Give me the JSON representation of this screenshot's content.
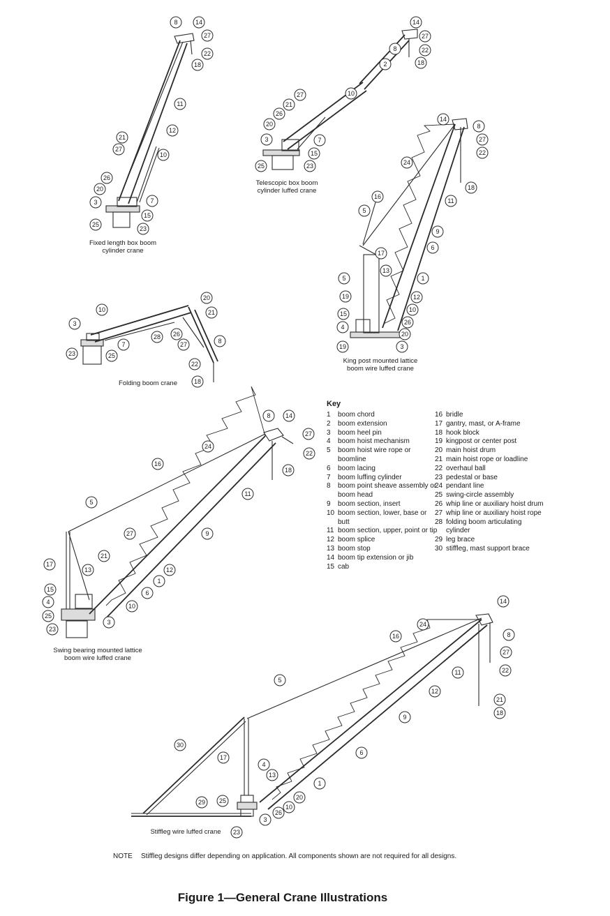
{
  "diagrams": [
    {
      "id": "fixed",
      "caption": [
        "Fixed length box boom",
        "cylinder crane"
      ],
      "callouts": [
        "8",
        "14",
        "27",
        "22",
        "18",
        "11",
        "12",
        "21",
        "27",
        "10",
        "26",
        "20",
        "3",
        "7",
        "15",
        "25",
        "23"
      ]
    },
    {
      "id": "telescopic",
      "caption": [
        "Telescopic box boom",
        "cylinder luffed crane"
      ],
      "callouts": [
        "14",
        "27",
        "8",
        "22",
        "18",
        "2",
        "10",
        "27",
        "21",
        "26",
        "20",
        "3",
        "7",
        "15",
        "25",
        "23"
      ]
    },
    {
      "id": "kingpost",
      "caption": [
        "King post mounted lattice",
        "boom wire luffed crane"
      ],
      "callouts": [
        "14",
        "8",
        "27",
        "22",
        "18",
        "24",
        "11",
        "16",
        "5",
        "17",
        "9",
        "6",
        "13",
        "1",
        "5",
        "19",
        "12",
        "10",
        "15",
        "26",
        "4",
        "20",
        "19",
        "3"
      ]
    },
    {
      "id": "folding",
      "caption": [
        "Folding boom crane"
      ],
      "callouts": [
        "10",
        "20",
        "21",
        "3",
        "28",
        "8",
        "7",
        "26",
        "27",
        "25",
        "23",
        "22",
        "18"
      ]
    },
    {
      "id": "swing",
      "caption": [
        "Swing bearing mounted lattice",
        "boom wire luffed crane"
      ],
      "callouts": [
        "8",
        "14",
        "27",
        "22",
        "24",
        "16",
        "18",
        "5",
        "11",
        "27",
        "9",
        "21",
        "17",
        "13",
        "12",
        "1",
        "6",
        "15",
        "10",
        "4",
        "25",
        "3",
        "23"
      ]
    },
    {
      "id": "stiffleg",
      "caption": [
        "Stiffleg wire luffed crane"
      ],
      "callouts": [
        "14",
        "24",
        "16",
        "8",
        "27",
        "22",
        "11",
        "5",
        "12",
        "21",
        "18",
        "9",
        "6",
        "30",
        "17",
        "4",
        "13",
        "1",
        "20",
        "25",
        "10",
        "26",
        "29",
        "3",
        "23"
      ]
    }
  ],
  "key": {
    "title": "Key",
    "left": [
      {
        "num": "1",
        "text": "boom chord"
      },
      {
        "num": "2",
        "text": "boom extension"
      },
      {
        "num": "3",
        "text": "boom heel pin"
      },
      {
        "num": "4",
        "text": "boom hoist mechanism"
      },
      {
        "num": "5",
        "text": "boom hoist wire rope or boomline"
      },
      {
        "num": "6",
        "text": "boom lacing"
      },
      {
        "num": "7",
        "text": "boom luffing cylinder"
      },
      {
        "num": "8",
        "text": "boom point sheave assembly or boom head"
      },
      {
        "num": "9",
        "text": "boom section, insert"
      },
      {
        "num": "10",
        "text": "boom section, lower, base or butt"
      },
      {
        "num": "11",
        "text": "boom section, upper, point or tip"
      },
      {
        "num": "12",
        "text": "boom splice"
      },
      {
        "num": "13",
        "text": "boom stop"
      },
      {
        "num": "14",
        "text": "boom tip extension or jib"
      },
      {
        "num": "15",
        "text": "cab"
      }
    ],
    "right": [
      {
        "num": "16",
        "text": "bridle"
      },
      {
        "num": "17",
        "text": "gantry, mast, or A-frame"
      },
      {
        "num": "18",
        "text": "hook block"
      },
      {
        "num": "19",
        "text": "kingpost or center post"
      },
      {
        "num": "20",
        "text": "main hoist drum"
      },
      {
        "num": "21",
        "text": "main hoist rope or loadline"
      },
      {
        "num": "22",
        "text": "overhaul ball"
      },
      {
        "num": "23",
        "text": "pedestal or base"
      },
      {
        "num": "24",
        "text": "pendant line"
      },
      {
        "num": "25",
        "text": "swing-circle assembly"
      },
      {
        "num": "26",
        "text": "whip line or auxiliary hoist drum"
      },
      {
        "num": "27",
        "text": "whip line or auxiliary hoist rope"
      },
      {
        "num": "28",
        "text": "folding boom articulating cylinder"
      },
      {
        "num": "29",
        "text": "leg brace"
      },
      {
        "num": "30",
        "text": "stiffleg, mast support brace"
      }
    ]
  },
  "note": {
    "label": "NOTE",
    "text": "Stiffleg designs differ depending on application. All components shown are not required for all designs."
  },
  "figure_title": "Figure  1—General Crane Illustrations"
}
